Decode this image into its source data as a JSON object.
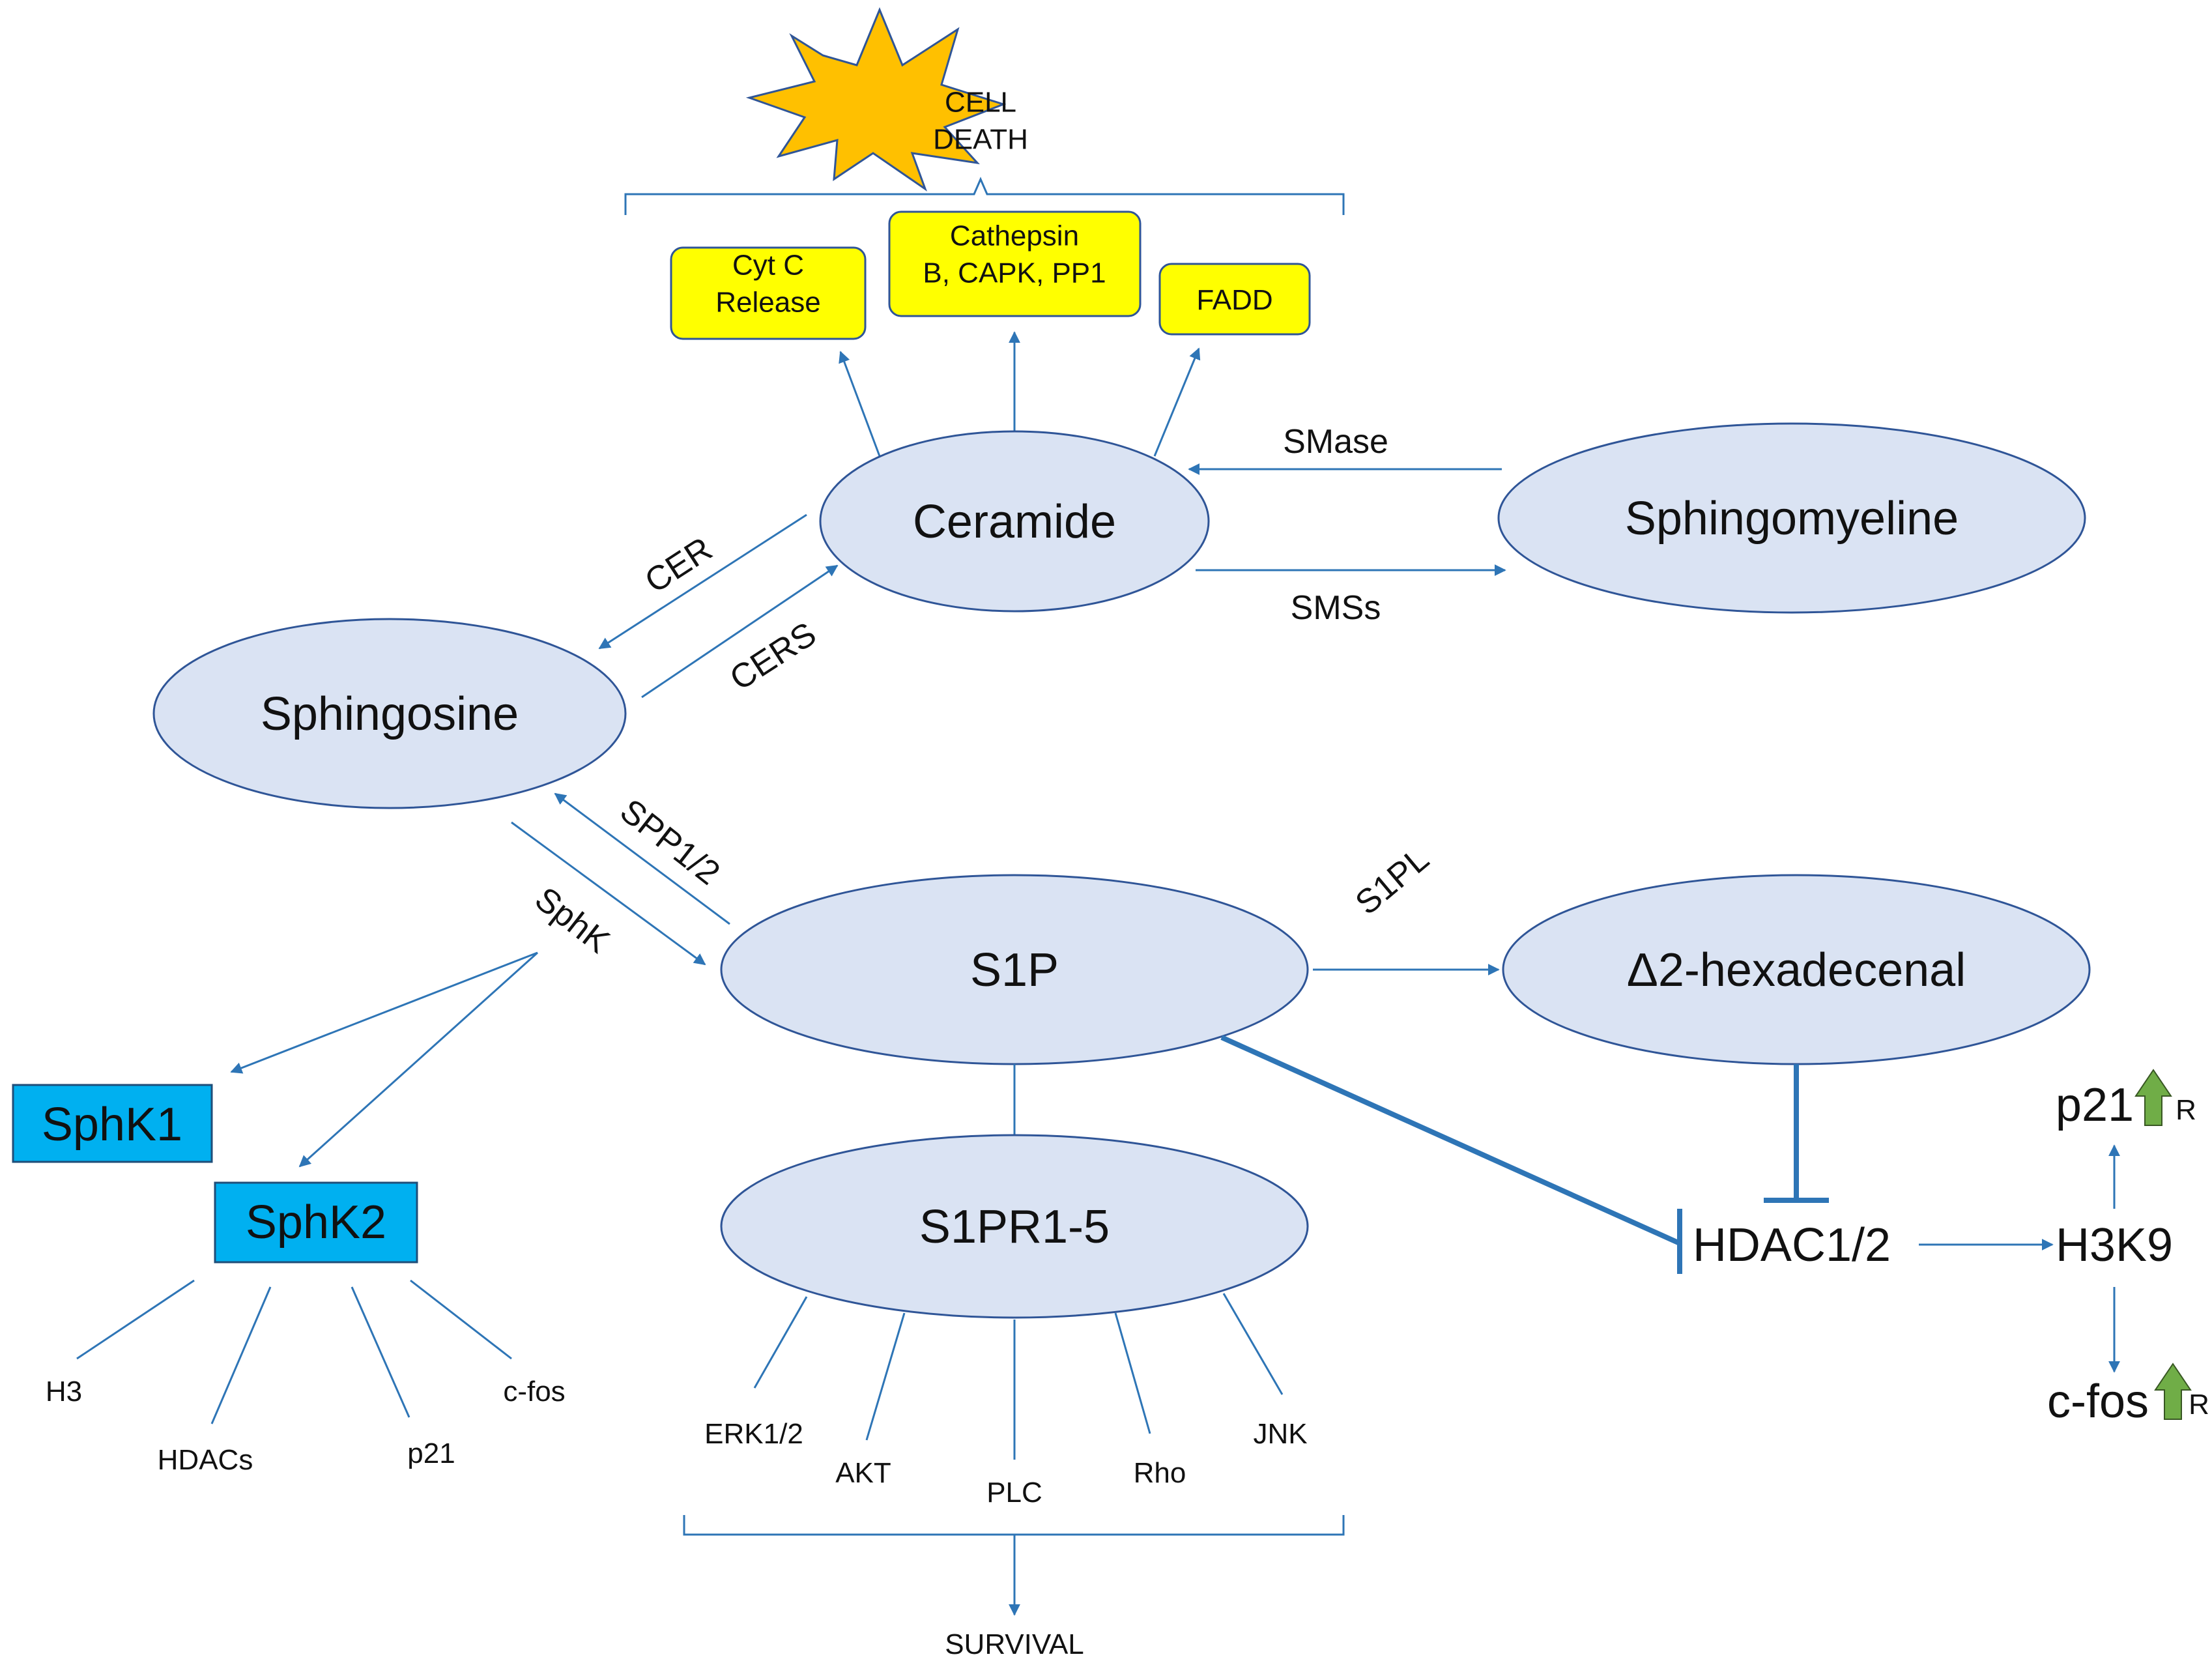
{
  "nodes": {
    "cell_death": "CELL DEATH",
    "ceramide": "Ceramide",
    "sphingomyeline": "Sphingomyeline",
    "sphingosine": "Sphingosine",
    "s1p": "S1P",
    "hexadecenal": "Δ2-hexadecenal",
    "s1pr": "S1PR1-5",
    "hdac": "HDAC1/2",
    "h3k9": "H3K9",
    "p21": "p21",
    "cfos": "c-fos",
    "sphk1": "SphK1",
    "sphk2": "SphK2"
  },
  "effector_boxes": {
    "cytc": "Cyt C Release",
    "cathepsin": "Cathepsin B, CAPK, PP1",
    "fadd": "FADD"
  },
  "enzymes": {
    "smase": "SMase",
    "smss": "SMSs",
    "cer": "CER",
    "cers": "CERS",
    "spp": "SPP1/2",
    "sphk": "SphK",
    "s1pl": "S1PL"
  },
  "sphk2_targets": [
    "H3",
    "HDACs",
    "p21",
    "c-fos"
  ],
  "s1pr_targets": [
    "ERK1/2",
    "AKT",
    "PLC",
    "Rho",
    "JNK"
  ],
  "survival": "SURVIVAL",
  "upregulated_marker": "R",
  "colors": {
    "node_fill": "#dae3f3",
    "node_stroke": "#2f5597",
    "arrow": "#2e75b6",
    "effector_fill": "#ffff00",
    "sphk_fill": "#00b0f0",
    "starburst": "#ffc000",
    "up_arrow": "#70ad47"
  }
}
